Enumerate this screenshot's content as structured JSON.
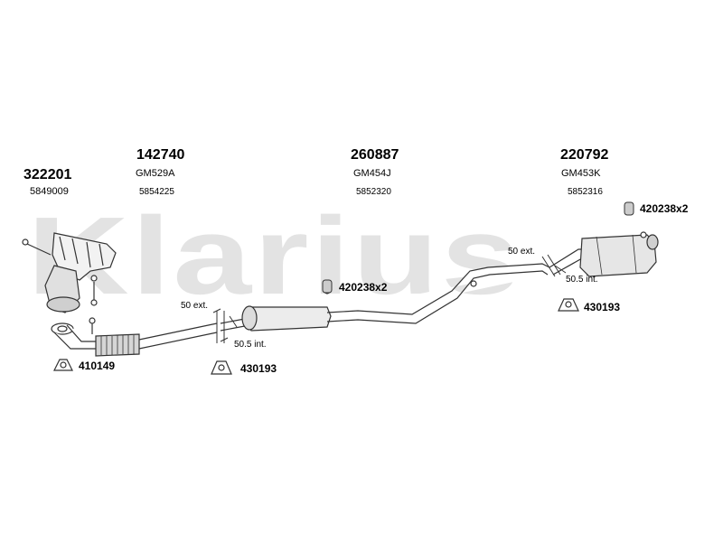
{
  "watermark": "Klarius",
  "parts": [
    {
      "number": "322201",
      "oem": "5849009"
    },
    {
      "number": "142740",
      "oem": "GM529A",
      "ref": "5854225"
    },
    {
      "number": "260887",
      "oem": "GM454J",
      "ref": "5852320"
    },
    {
      "number": "220792",
      "oem": "GM453K",
      "ref": "5852316"
    }
  ],
  "fittings": {
    "front_ext": "50 ext.",
    "front_int": "50.5 int.",
    "rear_ext": "50 ext.",
    "rear_int": "50.5 int."
  },
  "accessories": {
    "mount_front": "410149",
    "mount_mid": "430193",
    "clamp_mid": "420238x2",
    "clamp_rear": "420238x2",
    "mount_rear": "430193"
  }
}
